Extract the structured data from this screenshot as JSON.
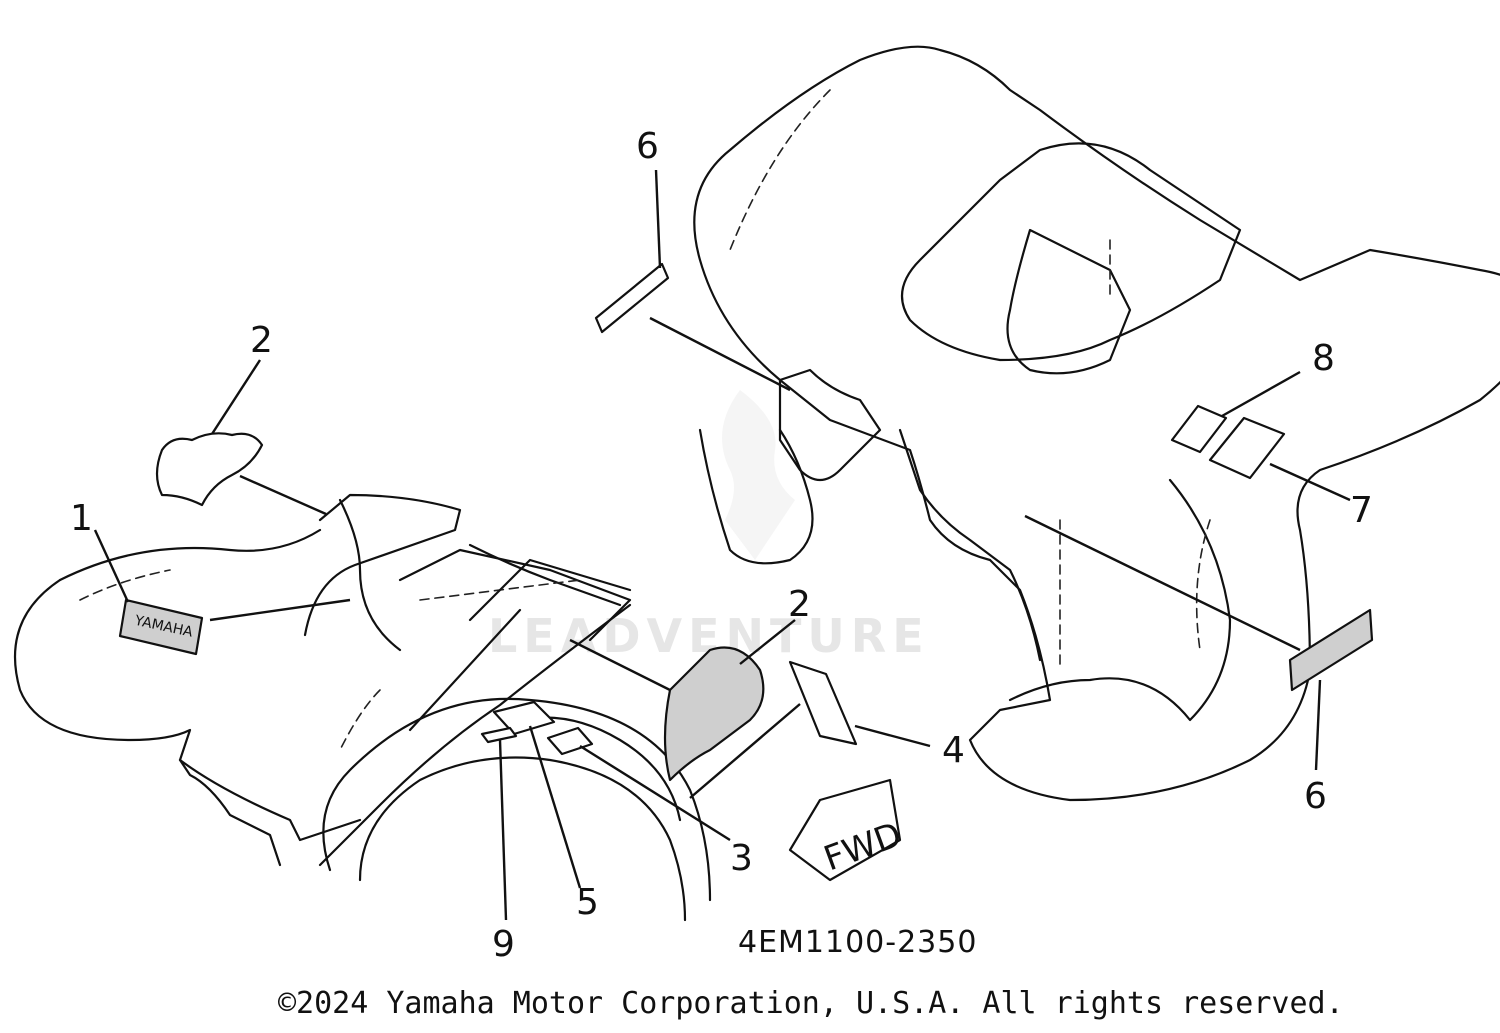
{
  "callouts": {
    "c1": "1",
    "c2_top": "2",
    "c2_mid": "2",
    "c3": "3",
    "c4": "4",
    "c5": "5",
    "c6_top": "6",
    "c6_bottom": "6",
    "c7": "7",
    "c8": "8",
    "c9": "9"
  },
  "fwd_label": "FWD",
  "part_number": "4EM1100-2350",
  "watermark": "LEADVENTURE",
  "copyright": "©2024 Yamaha Motor Corporation, U.S.A. All rights reserved."
}
